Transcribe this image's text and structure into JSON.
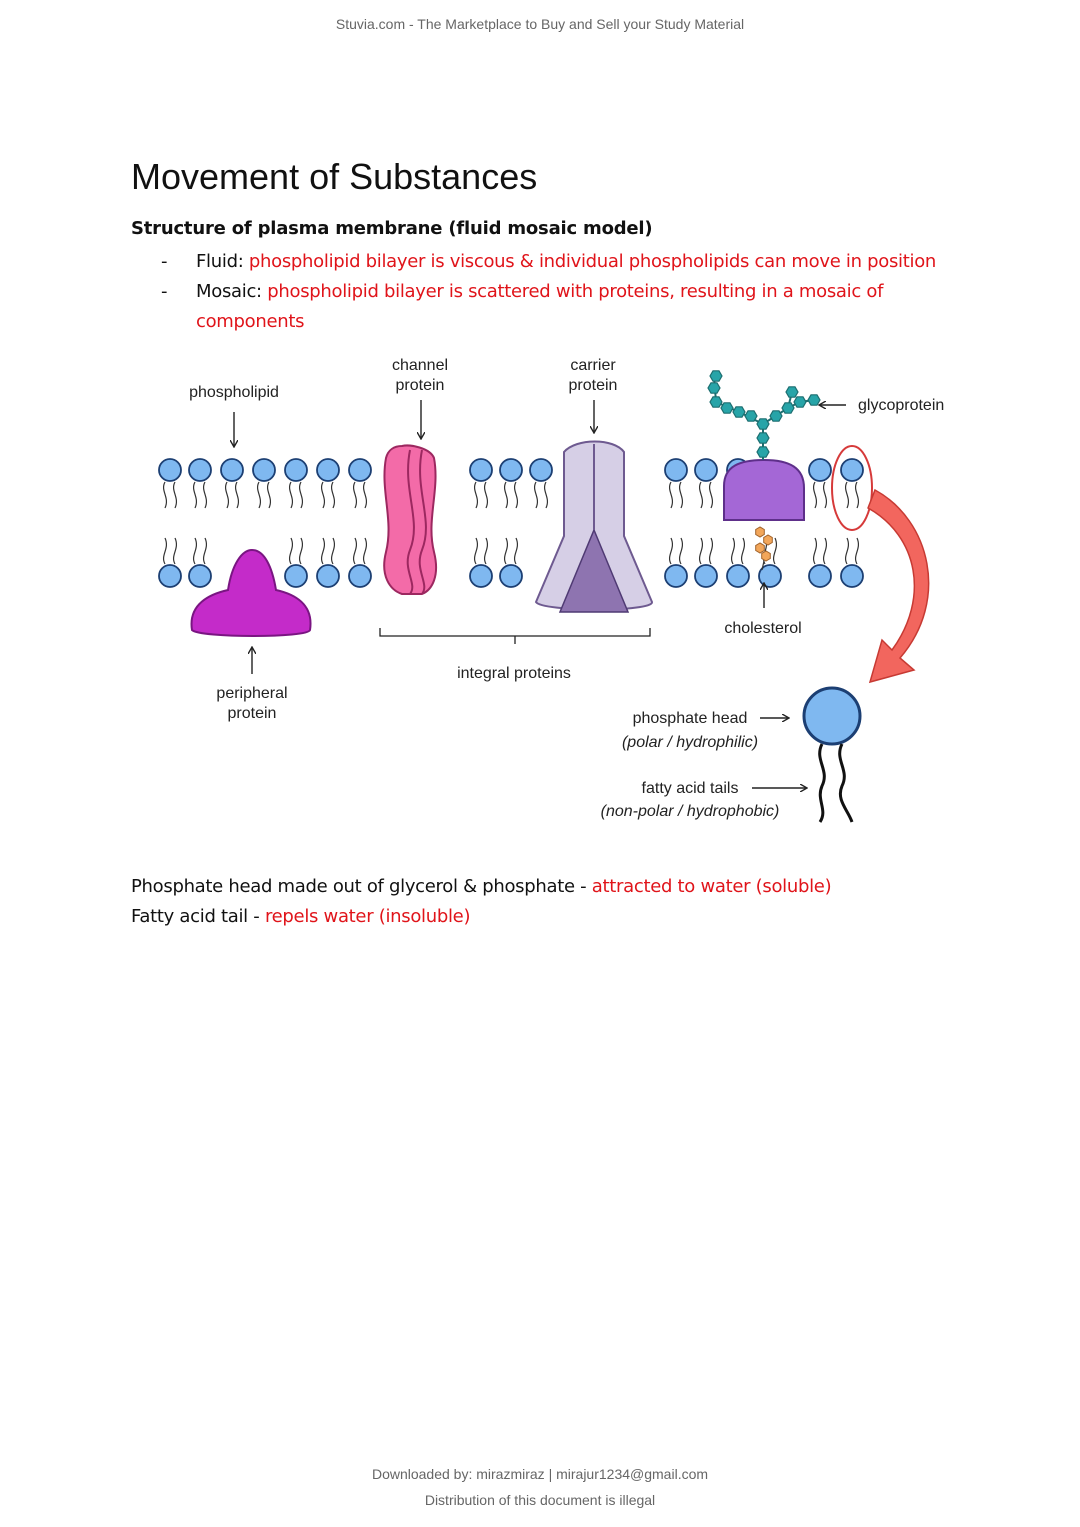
{
  "header": {
    "text": "Stuvia.com - The Marketplace to Buy and Sell your Study Material"
  },
  "title": "Movement of Substances",
  "subheading": "Structure of plasma membrane (fluid mosaic model)",
  "bullets": [
    {
      "dash": "-",
      "label": "Fluid: ",
      "text": "phospholipid bilayer is viscous & individual phospholipids can move in position"
    },
    {
      "dash": "-",
      "label": "Mosaic: ",
      "text": "phospholipid bilayer is scattered with proteins, resulting in a mosaic of components"
    }
  ],
  "diagram": {
    "labels": {
      "phospholipid": "phospholipid",
      "channel_1": "channel",
      "channel_2": "protein",
      "carrier_1": "carrier",
      "carrier_2": "protein",
      "glycoprotein": "glycoprotein",
      "cholesterol": "cholesterol",
      "integral": "integral proteins",
      "peripheral_1": "peripheral",
      "peripheral_2": "protein",
      "phosphate_head": "phosphate head",
      "phosphate_head_note": "(polar / hydrophilic)",
      "fatty_tails": "fatty acid tails",
      "fatty_tails_note": "(non-polar / hydrophobic)"
    },
    "colors": {
      "head_fill": "#7fb8f0",
      "head_stroke": "#1c3f73",
      "channel": "#f36ba8",
      "carrier": "#d6cfe6",
      "carrier_core": "#8e74b0",
      "peripheral": "#c42bc9",
      "glyco_protein": "#a467d6",
      "sugar": "#27a4a8",
      "cholesterol": "#f2a65a",
      "arrow_red": "#f2665e",
      "highlight_ring": "#d63a3a"
    }
  },
  "facts": [
    {
      "label": "Phosphate head made out of glycerol & phosphate - ",
      "text": "attracted to water (soluble)"
    },
    {
      "label": "Fatty acid tail - ",
      "text": "repels water (insoluble)"
    }
  ],
  "footer": {
    "line1": "Downloaded by: mirazmiraz | mirajur1234@gmail.com",
    "line2": "Distribution of this document is illegal"
  }
}
